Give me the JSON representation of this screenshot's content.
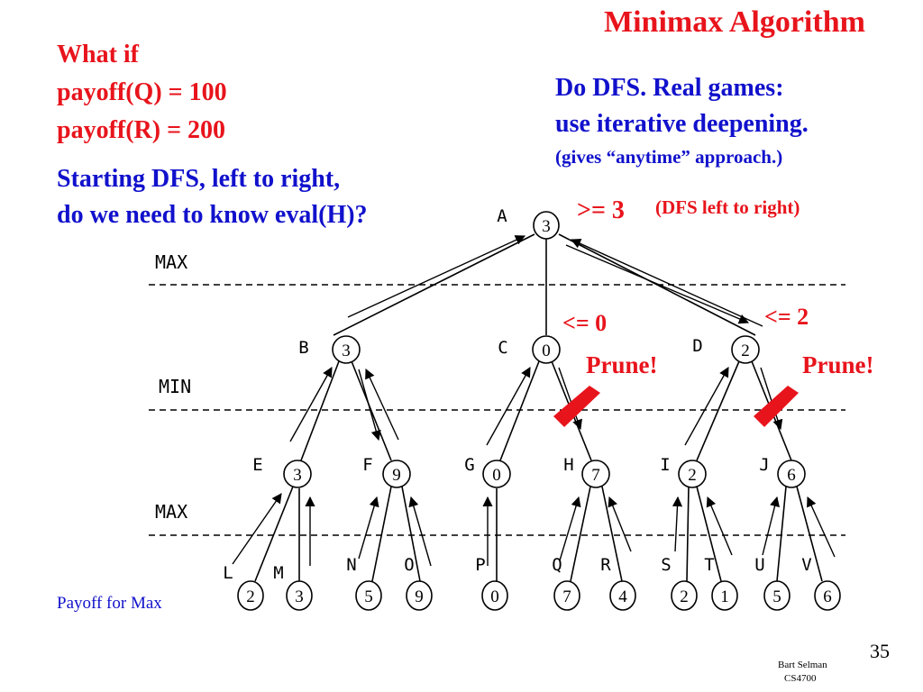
{
  "slide": {
    "title": "Minimax Algorithm",
    "question_lines": [
      "What if",
      "payoff(Q) = 100",
      "payoff(R) = 200"
    ],
    "starting_lines": [
      "Starting DFS, left to right,",
      "do we need to know eval(H)?"
    ],
    "dfs_lines": [
      "Do DFS. Real games:",
      "use iterative deepening."
    ],
    "anytime_note": "(gives “anytime” approach.)",
    "dfs_direction_note": "(DFS left to right)",
    "payoff_label": "Payoff for Max",
    "page_number": "35",
    "author": "Bart Selman",
    "course": "CS4700",
    "colors": {
      "red": "#e8141c",
      "blue": "#1111cc",
      "black": "#000000"
    }
  },
  "tree": {
    "levels": [
      "MAX",
      "MIN",
      "MAX"
    ],
    "nodes": {
      "A": {
        "label": "A",
        "value": "3"
      },
      "B": {
        "label": "B",
        "value": "3"
      },
      "C": {
        "label": "C",
        "value": "0"
      },
      "D": {
        "label": "D",
        "value": "2"
      },
      "E": {
        "label": "E",
        "value": "3"
      },
      "F": {
        "label": "F",
        "value": "9"
      },
      "G": {
        "label": "G",
        "value": "0"
      },
      "H": {
        "label": "H",
        "value": "7"
      },
      "I": {
        "label": "I",
        "value": "2"
      },
      "J": {
        "label": "J",
        "value": "6"
      },
      "L": {
        "label": "L",
        "value": "2"
      },
      "M": {
        "label": "M",
        "value": "3"
      },
      "N": {
        "label": "N",
        "value": "5"
      },
      "O": {
        "label": "O",
        "value": "9"
      },
      "P": {
        "label": "P",
        "value": "0"
      },
      "Q": {
        "label": "Q",
        "value": "7"
      },
      "R": {
        "label": "R",
        "value": "4"
      },
      "S": {
        "label": "S",
        "value": "2"
      },
      "T": {
        "label": "T",
        "value": "1"
      },
      "U": {
        "label": "U",
        "value": "5"
      },
      "V": {
        "label": "V",
        "value": "6"
      }
    },
    "annotations": {
      "root_bound": ">= 3",
      "c_bound": "<= 0",
      "d_bound": "<= 2",
      "prune_c": "Prune!",
      "prune_d": "Prune!"
    }
  }
}
